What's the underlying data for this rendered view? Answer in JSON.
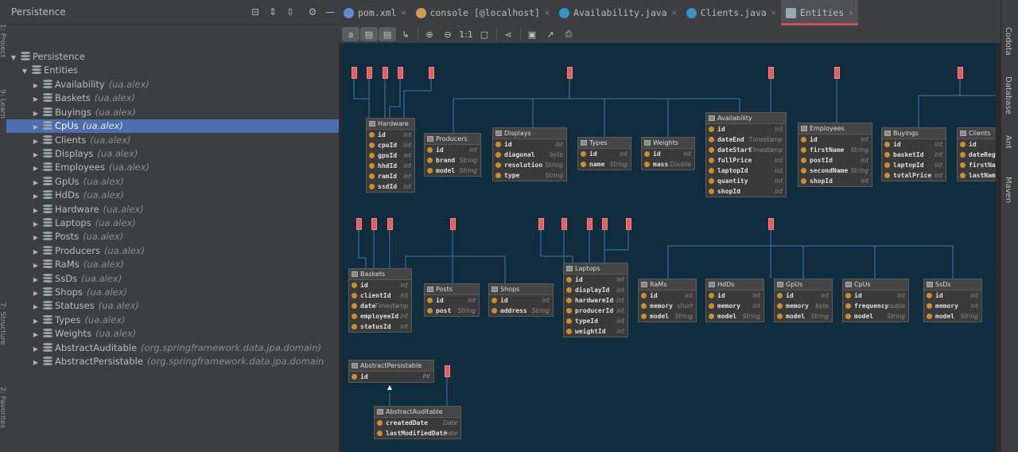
{
  "left_strip": {
    "labels": [
      "1: Project",
      "9: Learn",
      "7: Structure",
      "2: Favorites"
    ]
  },
  "panel": {
    "title": "Persistence",
    "root": "Persistence",
    "entities_node": "Entities",
    "items": [
      {
        "name": "Availability",
        "schema": "(ua.alex)"
      },
      {
        "name": "Baskets",
        "schema": "(ua.alex)"
      },
      {
        "name": "Buyings",
        "schema": "(ua.alex)"
      },
      {
        "name": "CpUs",
        "schema": "(ua.alex)"
      },
      {
        "name": "Clients",
        "schema": "(ua.alex)"
      },
      {
        "name": "Displays",
        "schema": "(ua.alex)"
      },
      {
        "name": "Employees",
        "schema": "(ua.alex)"
      },
      {
        "name": "GpUs",
        "schema": "(ua.alex)"
      },
      {
        "name": "HdDs",
        "schema": "(ua.alex)"
      },
      {
        "name": "Hardware",
        "schema": "(ua.alex)"
      },
      {
        "name": "Laptops",
        "schema": "(ua.alex)"
      },
      {
        "name": "Posts",
        "schema": "(ua.alex)"
      },
      {
        "name": "Producers",
        "schema": "(ua.alex)"
      },
      {
        "name": "RaMs",
        "schema": "(ua.alex)"
      },
      {
        "name": "SsDs",
        "schema": "(ua.alex)"
      },
      {
        "name": "Shops",
        "schema": "(ua.alex)"
      },
      {
        "name": "Statuses",
        "schema": "(ua.alex)"
      },
      {
        "name": "Types",
        "schema": "(ua.alex)"
      },
      {
        "name": "Weights",
        "schema": "(ua.alex)"
      },
      {
        "name": "AbstractAuditable",
        "schema": "(org.springframework.data.jpa.domain)"
      },
      {
        "name": "AbstractPersistable",
        "schema": "(org.springframework.data.jpa.domain"
      }
    ],
    "selected": "CpUs"
  },
  "tabs": [
    {
      "label": "pom.xml",
      "icon": "maven-icon",
      "color": "#5c8ed6"
    },
    {
      "label": "console [@localhost]",
      "icon": "console-icon",
      "color": "#d49a4c"
    },
    {
      "label": "Availability.java",
      "icon": "class-icon",
      "color": "#3592c4"
    },
    {
      "label": "Clients.java",
      "icon": "class-icon",
      "color": "#3592c4"
    },
    {
      "label": "Entities",
      "icon": "diagram-icon",
      "color": "#9aa7b0",
      "active": true
    }
  ],
  "toolbar": [
    "a",
    "▤",
    "▤",
    "↳",
    "⊕",
    "⊖",
    "1:1",
    "▢",
    "⋖",
    "▣",
    "↗",
    "⎙"
  ],
  "entities": [
    {
      "id": "hardware",
      "title": "Hardware",
      "fields": [
        [
          "id",
          "int"
        ],
        [
          "cpuId",
          "int"
        ],
        [
          "gpuId",
          "int"
        ],
        [
          "hhdId",
          "int"
        ],
        [
          "ramId",
          "int"
        ],
        [
          "ssdId",
          "int"
        ]
      ]
    },
    {
      "id": "producers",
      "title": "Producers",
      "fields": [
        [
          "id",
          "int"
        ],
        [
          "brand",
          "String"
        ],
        [
          "model",
          "String"
        ]
      ]
    },
    {
      "id": "displays",
      "title": "Displays",
      "fields": [
        [
          "id",
          "int"
        ],
        [
          "diagonal",
          "byte"
        ],
        [
          "resolution",
          "String"
        ],
        [
          "type",
          "String"
        ]
      ]
    },
    {
      "id": "types",
      "title": "Types",
      "fields": [
        [
          "id",
          "int"
        ],
        [
          "name",
          "String"
        ]
      ]
    },
    {
      "id": "weights",
      "title": "Weights",
      "fields": [
        [
          "id",
          "int"
        ],
        [
          "mass",
          "Double"
        ]
      ]
    },
    {
      "id": "availability",
      "title": "Availability",
      "fields": [
        [
          "id",
          "int"
        ],
        [
          "dateEnd",
          "Timestamp"
        ],
        [
          "dateStart",
          "Timestamp"
        ],
        [
          "fullPrice",
          "int"
        ],
        [
          "laptopId",
          "int"
        ],
        [
          "quantity",
          "int"
        ],
        [
          "shopId",
          "int"
        ]
      ]
    },
    {
      "id": "employees",
      "title": "Employees",
      "fields": [
        [
          "id",
          "int"
        ],
        [
          "firstName",
          "String"
        ],
        [
          "postId",
          "int"
        ],
        [
          "secondName",
          "String"
        ],
        [
          "shopId",
          "int"
        ]
      ]
    },
    {
      "id": "buyings",
      "title": "Buyings",
      "fields": [
        [
          "id",
          "int"
        ],
        [
          "basketId",
          "int"
        ],
        [
          "laptopId",
          "int"
        ],
        [
          "totalPrice",
          "int"
        ]
      ]
    },
    {
      "id": "clients",
      "title": "Clients",
      "fields": [
        [
          "id",
          ""
        ],
        [
          "dateReg",
          ""
        ],
        [
          "firstNa",
          ""
        ],
        [
          "lastNam",
          ""
        ]
      ]
    },
    {
      "id": "baskets",
      "title": "Baskets",
      "fields": [
        [
          "id",
          "int"
        ],
        [
          "clientId",
          "int"
        ],
        [
          "date",
          "Timestamp"
        ],
        [
          "employeeId",
          "int"
        ],
        [
          "statusId",
          "int"
        ]
      ]
    },
    {
      "id": "posts",
      "title": "Posts",
      "fields": [
        [
          "id",
          "int"
        ],
        [
          "post",
          "String"
        ]
      ]
    },
    {
      "id": "shops",
      "title": "Shops",
      "fields": [
        [
          "id",
          "int"
        ],
        [
          "address",
          "String"
        ]
      ]
    },
    {
      "id": "laptops",
      "title": "Laptops",
      "fields": [
        [
          "id",
          "int"
        ],
        [
          "displayId",
          "int"
        ],
        [
          "hardwareId",
          "int"
        ],
        [
          "producerId",
          "int"
        ],
        [
          "typeId",
          "int"
        ],
        [
          "weightId",
          "int"
        ]
      ]
    },
    {
      "id": "rams",
      "title": "RaMs",
      "fields": [
        [
          "id",
          "int"
        ],
        [
          "memory",
          "short"
        ],
        [
          "model",
          "String"
        ]
      ]
    },
    {
      "id": "hdds",
      "title": "HdDs",
      "fields": [
        [
          "id",
          "int"
        ],
        [
          "memory",
          "int"
        ],
        [
          "model",
          "String"
        ]
      ]
    },
    {
      "id": "gpus",
      "title": "GpUs",
      "fields": [
        [
          "id",
          "int"
        ],
        [
          "memory",
          "byte"
        ],
        [
          "model",
          "String"
        ]
      ]
    },
    {
      "id": "cpus",
      "title": "CpUs",
      "fields": [
        [
          "id",
          "int"
        ],
        [
          "frequency",
          "double"
        ],
        [
          "model",
          "String"
        ]
      ]
    },
    {
      "id": "ssds",
      "title": "SsDs",
      "fields": [
        [
          "id",
          "int"
        ],
        [
          "memory",
          "int"
        ],
        [
          "model",
          "String"
        ]
      ]
    },
    {
      "id": "abstractpersistable",
      "title": "AbstractPersistable",
      "fields": [
        [
          "id",
          "PK"
        ]
      ]
    },
    {
      "id": "abstractauditable",
      "title": "AbstractAuditable",
      "fields": [
        [
          "createdDate",
          "Date"
        ],
        [
          "lastModifiedDate",
          "Date"
        ]
      ]
    }
  ],
  "right_strip": {
    "labels": [
      "Codota",
      "Database",
      "Ant",
      "Maven"
    ]
  }
}
